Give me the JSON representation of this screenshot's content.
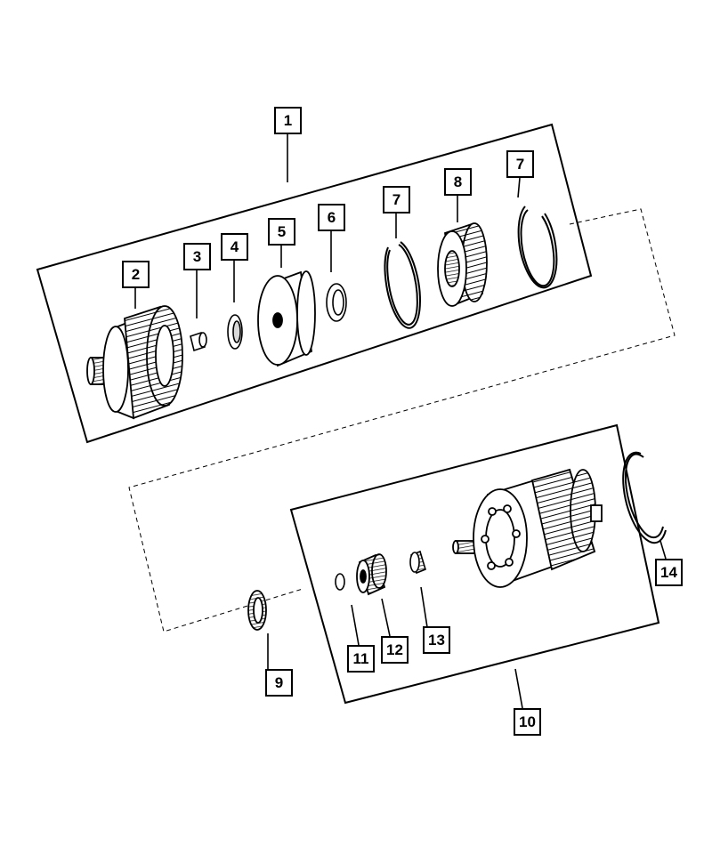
{
  "callouts": {
    "c1": "1",
    "c2": "2",
    "c3": "3",
    "c4": "4",
    "c5": "5",
    "c6": "6",
    "c7a": "7",
    "c7b": "7",
    "c8": "8",
    "c9": "9",
    "c10": "10",
    "c11": "11",
    "c12": "12",
    "c13": "13",
    "c14": "14"
  },
  "colors": {
    "line": "#000000",
    "background": "#ffffff",
    "shade": "#d9d9d9"
  }
}
